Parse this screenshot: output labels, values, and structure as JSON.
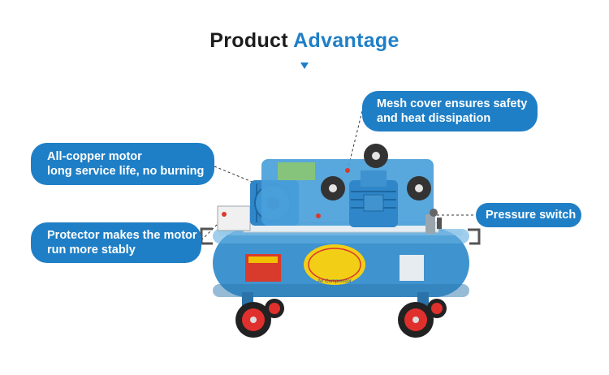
{
  "heading": {
    "word1": "Product",
    "word2": "Advantage"
  },
  "callouts": {
    "mesh_cover": [
      "Mesh cover ensures safety",
      "and heat dissipation"
    ],
    "copper_motor": [
      "All-copper motor",
      "long service life, no burning"
    ],
    "protector": [
      "Protector makes the motor",
      "run more stably"
    ],
    "pressure_switch": [
      "Pressure switch"
    ]
  },
  "product_labels": {
    "tank_badge": "Air Compressor"
  },
  "colors": {
    "accent": "#1f7fc6",
    "tank": "#3f93cf",
    "wheel": "#e0302d"
  }
}
